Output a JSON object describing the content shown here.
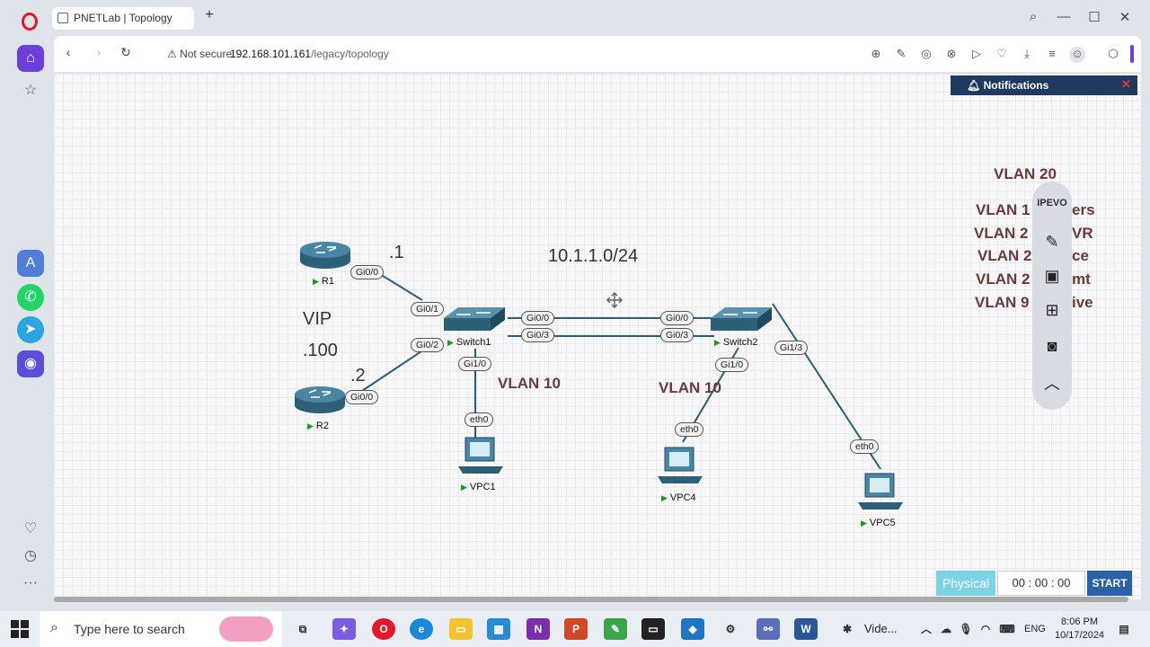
{
  "browser": {
    "tab_title": "PNETLab | Topology",
    "new_tab": "+",
    "security": "Not secure",
    "url_host": "192.168.101.161",
    "url_path": "/legacy/topology"
  },
  "notifications": {
    "title": "Notifications",
    "close": "✕"
  },
  "topology": {
    "subnet_label": "10.1.1.0/24",
    "vip_label": "VIP",
    "vip_value": ".100",
    "r1_ip": ".1",
    "r2_ip": ".2",
    "vlan10_left": "VLAN 10",
    "vlan10_right": "VLAN 10",
    "vlan_legend": [
      {
        "text": "VLAN  20"
      },
      {
        "text": "VLAN 1"
      },
      {
        "text": "VLAN 2"
      },
      {
        "text": "VLAN 2"
      },
      {
        "text": "VLAN 2"
      },
      {
        "text": "VLAN 9"
      }
    ],
    "vlan_legend_tails": [
      "ers",
      "VR",
      "ce",
      "mt",
      "ive"
    ],
    "nodes": {
      "r1": "R1",
      "r2": "R2",
      "sw1": "Switch1",
      "sw2": "Switch2",
      "vpc1": "VPC1",
      "vpc4": "VPC4",
      "vpc5": "VPC5"
    },
    "ports": {
      "r1_gi00": "Gi0/0",
      "sw1_gi01": "Gi0/1",
      "sw1_gi02": "Gi0/2",
      "r2_gi00": "Gi0/0",
      "sw1_gi00": "Gi0/0",
      "sw1_gi03": "Gi0/3",
      "sw2_gi00": "Gi0/0",
      "sw2_gi03": "Gi0/3",
      "sw1_gi10": "Gi1/0",
      "vpc1_eth0": "eth0",
      "sw2_gi10": "Gi1/0",
      "vpc4_eth0": "eth0",
      "sw2_gi13": "Gi1/3",
      "vpc5_eth0": "eth0"
    }
  },
  "ipevo": {
    "brand": "IPEVO"
  },
  "controls": {
    "physical": "Physical",
    "timer": "00  :  00  :  00",
    "start": "START"
  },
  "taskbar": {
    "search_placeholder": "Type here to search",
    "video_label": "Vide...",
    "lang": "ENG",
    "time": "8:06 PM",
    "date": "10/17/2024"
  },
  "colors": {
    "link": "#2a5f7a",
    "notif_header": "#1e3a5f",
    "start": "#2a62a8",
    "physical": "#7dd3e6"
  }
}
